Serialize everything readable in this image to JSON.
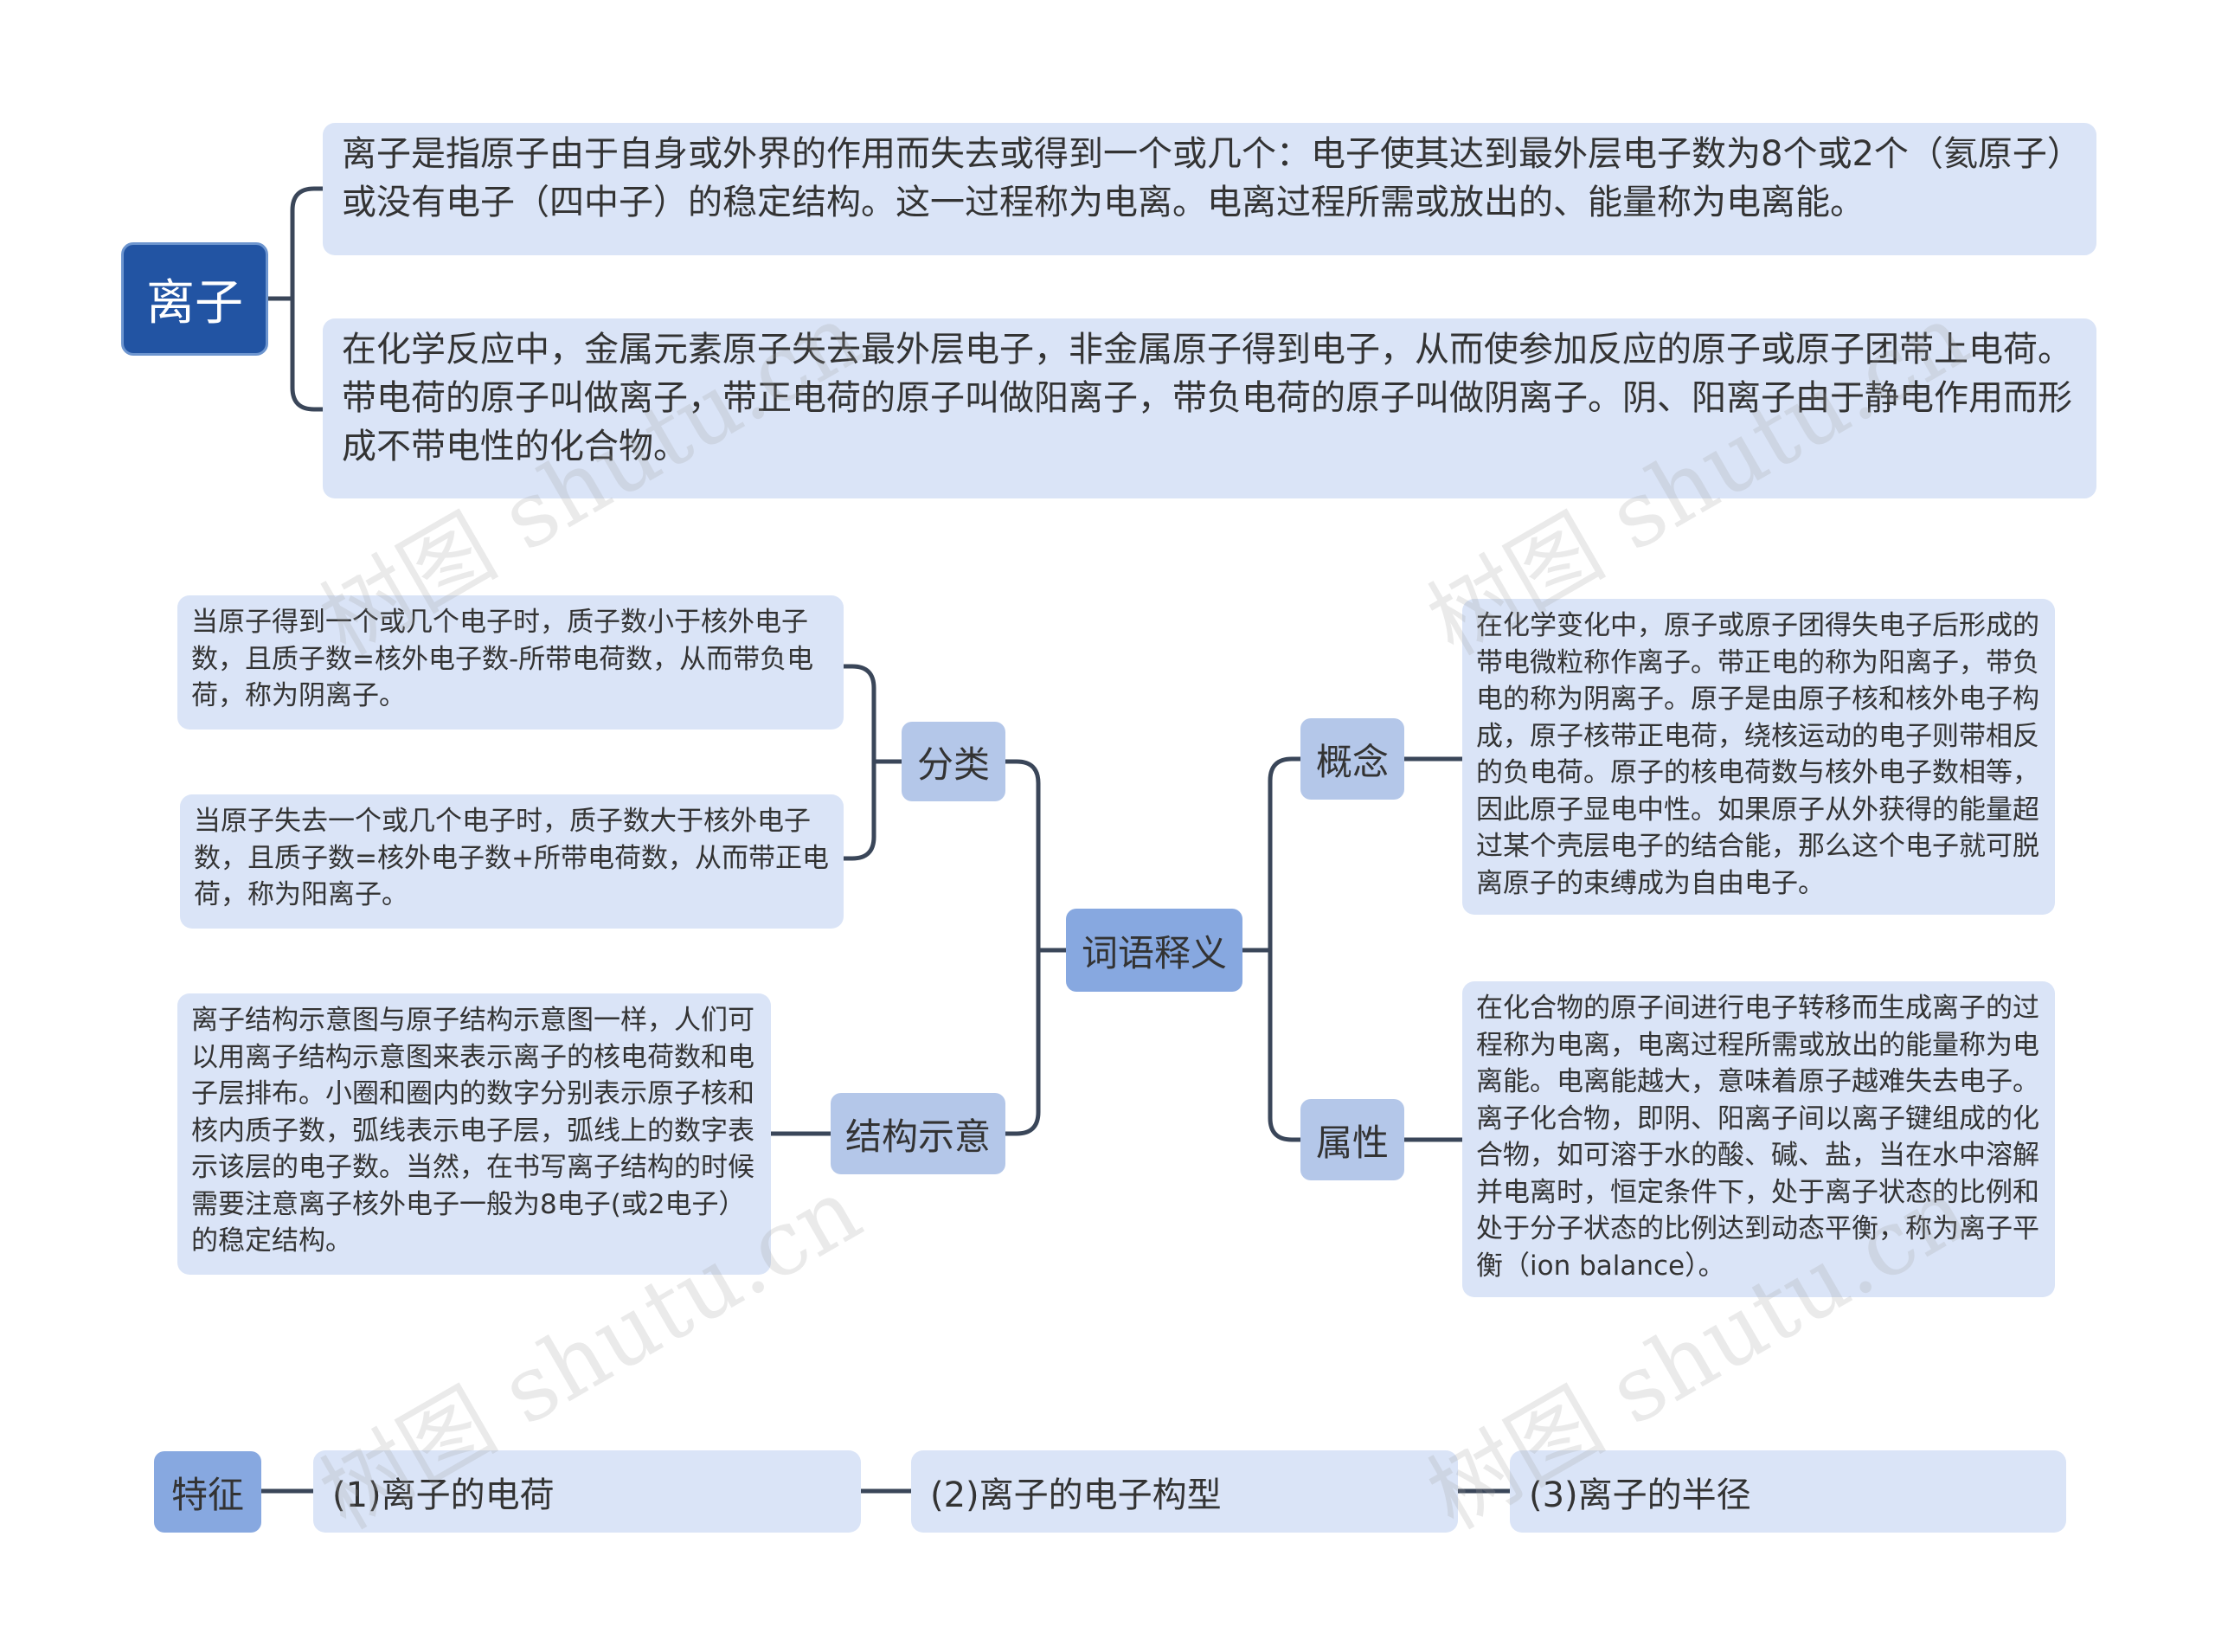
{
  "root": {
    "label": "离子",
    "def1": "离子是指原子由于自身或外界的作用而失去或得到一个或几个：电子使其达到最外层电子数为8个或2个（氦原子）或没有电子（四中子）的稳定结构。这一过程称为电离。电离过程所需或放出的、能量称为电离能。",
    "def2": "在化学反应中，金属元素原子失去最外层电子，非金属原子得到电子，从而使参加反应的原子或原子团带上电荷。带电荷的原子叫做离子，带正电荷的原子叫做阳离子，带负电荷的原子叫做阴离子。阴、阳离子由于静电作用而形成不带电性的化合物。"
  },
  "center": {
    "label": "词语释义"
  },
  "classify": {
    "label": "分类",
    "anion": "当原子得到一个或几个电子时，质子数小于核外电子数，且质子数=核外电子数-所带电荷数，从而带负电荷，称为阴离子。",
    "cation": "当原子失去一个或几个电子时，质子数大于核外电子数，且质子数=核外电子数+所带电荷数，从而带正电荷，称为阳离子。"
  },
  "structure": {
    "label": "结构示意",
    "text": "离子结构示意图与原子结构示意图一样，人们可以用离子结构示意图来表示离子的核电荷数和电子层排布。小圈和圈内的数字分别表示原子核和核内质子数，弧线表示电子层，弧线上的数字表示该层的电子数。当然，在书写离子结构的时候需要注意离子核外电子一般为8电子(或2电子）的稳定结构。"
  },
  "concept": {
    "label": "概念",
    "text": "在化学变化中，原子或原子团得失电子后形成的带电微粒称作离子。带正电的称为阳离子，带负电的称为阴离子。原子是由原子核和核外电子构成，原子核带正电荷，绕核运动的电子则带相反的负电荷。原子的核电荷数与核外电子数相等，因此原子显电中性。如果原子从外获得的能量超过某个壳层电子的结合能，那么这个电子就可脱离原子的束缚成为自由电子。"
  },
  "property": {
    "label": "属性",
    "text": "在化合物的原子间进行电子转移而生成离子的过程称为电离，电离过程所需或放出的能量称为电离能。电离能越大，意味着原子越难失去电子。离子化合物，即阴、阳离子间以离子键组成的化合物，如可溶于水的酸、碱、盐，当在水中溶解并电离时，恒定条件下，处于离子状态的比例和处于分子状态的比例达到动态平衡，称为离子平衡（ion balance）。"
  },
  "feature": {
    "label": "特征",
    "items": [
      "(1)离子的电荷",
      "(2)离子的电子构型",
      "(3)离子的半径"
    ]
  },
  "watermark": "树图 shutu.cn",
  "colors": {
    "root": "#2254a3",
    "mid": "#b4c7e9",
    "center": "#87a8e0",
    "leaf": "#dae4f7",
    "line": "#3a4659"
  }
}
